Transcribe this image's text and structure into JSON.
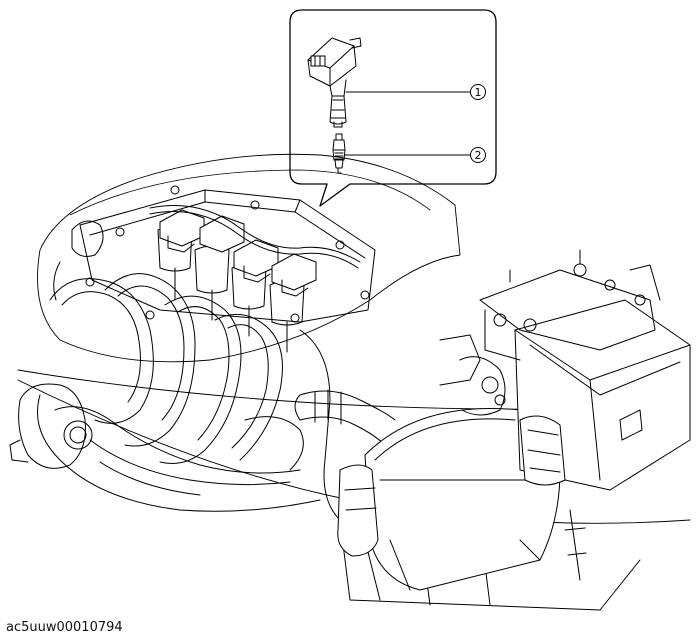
{
  "callouts": [
    {
      "number": "1"
    },
    {
      "number": "2"
    }
  ],
  "figure_id": "ac5uuw00010794",
  "colors": {
    "line": "#000000",
    "background": "#ffffff"
  }
}
